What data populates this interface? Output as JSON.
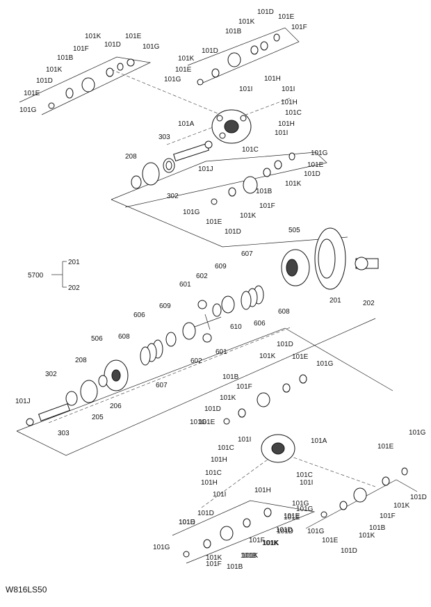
{
  "diagram_code": "W816LS50",
  "assembly": {
    "parent": "5700",
    "children": [
      "201",
      "202"
    ]
  },
  "labels": [
    {
      "t": "101K"
    },
    {
      "t": "101F"
    },
    {
      "t": "101D"
    },
    {
      "t": "101E"
    },
    {
      "t": "101G"
    },
    {
      "t": "101B"
    },
    {
      "t": "101K"
    },
    {
      "t": "101D"
    },
    {
      "t": "101E"
    },
    {
      "t": "101G"
    },
    {
      "t": "101D"
    },
    {
      "t": "101E"
    },
    {
      "t": "101K"
    },
    {
      "t": "101F"
    },
    {
      "t": "101B"
    },
    {
      "t": "101D"
    },
    {
      "t": "101K"
    },
    {
      "t": "101E"
    },
    {
      "t": "101G"
    },
    {
      "t": "101H"
    },
    {
      "t": "101I"
    },
    {
      "t": "101I"
    },
    {
      "t": "101H"
    },
    {
      "t": "101C"
    },
    {
      "t": "101H"
    },
    {
      "t": "101I"
    },
    {
      "t": "101A"
    },
    {
      "t": "101C"
    },
    {
      "t": "303"
    },
    {
      "t": "208"
    },
    {
      "t": "101J"
    },
    {
      "t": "302"
    },
    {
      "t": "101G"
    },
    {
      "t": "101E"
    },
    {
      "t": "101D"
    },
    {
      "t": "101K"
    },
    {
      "t": "101F"
    },
    {
      "t": "101B"
    },
    {
      "t": "101K"
    },
    {
      "t": "101D"
    },
    {
      "t": "101E"
    },
    {
      "t": "101G"
    },
    {
      "t": "505"
    },
    {
      "t": "607"
    },
    {
      "t": "609"
    },
    {
      "t": "602"
    },
    {
      "t": "601"
    },
    {
      "t": "608"
    },
    {
      "t": "201"
    },
    {
      "t": "202"
    },
    {
      "t": "606"
    },
    {
      "t": "610"
    },
    {
      "t": "609"
    },
    {
      "t": "606"
    },
    {
      "t": "601"
    },
    {
      "t": "602"
    },
    {
      "t": "607"
    },
    {
      "t": "608"
    },
    {
      "t": "506"
    },
    {
      "t": "208"
    },
    {
      "t": "302"
    },
    {
      "t": "205"
    },
    {
      "t": "206"
    },
    {
      "t": "101J"
    },
    {
      "t": "303"
    },
    {
      "t": "101K"
    },
    {
      "t": "101D"
    },
    {
      "t": "101E"
    },
    {
      "t": "101G"
    },
    {
      "t": "101B"
    },
    {
      "t": "101F"
    },
    {
      "t": "101K"
    },
    {
      "t": "101D"
    },
    {
      "t": "101E"
    },
    {
      "t": "101G"
    },
    {
      "t": "101I"
    },
    {
      "t": "101A"
    },
    {
      "t": "101C"
    },
    {
      "t": "101H"
    },
    {
      "t": "101C"
    },
    {
      "t": "101H"
    },
    {
      "t": "101I"
    },
    {
      "t": "101C"
    },
    {
      "t": "101H"
    },
    {
      "t": "101I"
    },
    {
      "t": "101G"
    },
    {
      "t": "101E"
    },
    {
      "t": "101D"
    },
    {
      "t": "101K"
    },
    {
      "t": "101B"
    },
    {
      "t": "101F"
    },
    {
      "t": "101K"
    },
    {
      "t": "101D"
    },
    {
      "t": "101E"
    },
    {
      "t": "101G"
    },
    {
      "t": "101D"
    },
    {
      "t": "101K"
    },
    {
      "t": "101B"
    },
    {
      "t": "101F"
    },
    {
      "t": "101K"
    },
    {
      "t": "101D"
    },
    {
      "t": "101E"
    },
    {
      "t": "101G"
    },
    {
      "t": "101G"
    },
    {
      "t": "101E"
    },
    {
      "t": "101D"
    },
    {
      "t": "101K"
    },
    {
      "t": "101B"
    },
    {
      "t": "101F"
    },
    {
      "t": "101K"
    },
    {
      "t": "101D"
    },
    {
      "t": "101E"
    },
    {
      "t": "101G"
    }
  ]
}
